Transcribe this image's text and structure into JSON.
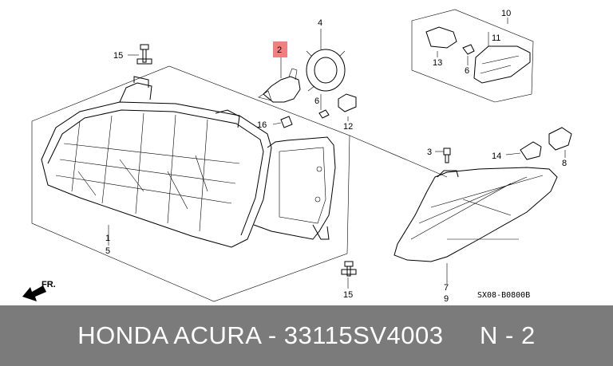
{
  "callouts": {
    "c1": "1",
    "c2": "2",
    "c3": "3",
    "c4": "4",
    "c5": "5",
    "c6a": "6",
    "c6b": "6",
    "c7": "7",
    "c8": "8",
    "c9": "9",
    "c10": "10",
    "c11": "11",
    "c12": "12",
    "c13": "13",
    "c14": "14",
    "c15a": "15",
    "c15b": "15",
    "c16": "16"
  },
  "front_marker": "FR.",
  "diagram_code": "SX08-B0800B",
  "highlight_color": "#f08080",
  "footer": {
    "text": "HONDA ACURA - 33115SV4003     N - 2",
    "background": "#7b7b7b"
  }
}
